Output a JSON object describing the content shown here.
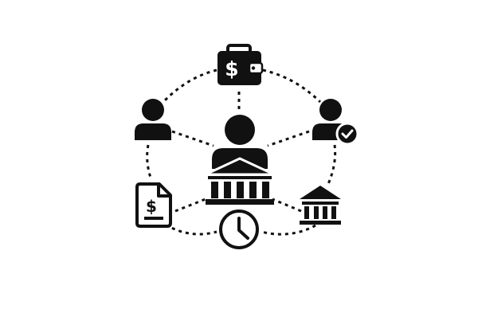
{
  "diagram": {
    "colors": {
      "ink": "#111111",
      "paper": "#ffffff"
    },
    "nodes": [
      {
        "id": "wallet",
        "icon": "wallet-dollar-icon"
      },
      {
        "id": "person-left",
        "icon": "person-icon"
      },
      {
        "id": "person-verified",
        "icon": "person-check-icon"
      },
      {
        "id": "central-banker",
        "icon": "person-bank-icon"
      },
      {
        "id": "invoice",
        "icon": "document-dollar-icon"
      },
      {
        "id": "bank",
        "icon": "bank-icon"
      },
      {
        "id": "clock",
        "icon": "clock-icon"
      }
    ],
    "connections": [
      [
        "wallet",
        "person-left"
      ],
      [
        "wallet",
        "person-verified"
      ],
      [
        "wallet",
        "central-banker"
      ],
      [
        "person-left",
        "central-banker"
      ],
      [
        "person-verified",
        "central-banker"
      ],
      [
        "person-left",
        "invoice"
      ],
      [
        "person-verified",
        "bank"
      ],
      [
        "invoice",
        "central-banker"
      ],
      [
        "bank",
        "central-banker"
      ],
      [
        "invoice",
        "clock"
      ],
      [
        "bank",
        "clock"
      ]
    ]
  }
}
